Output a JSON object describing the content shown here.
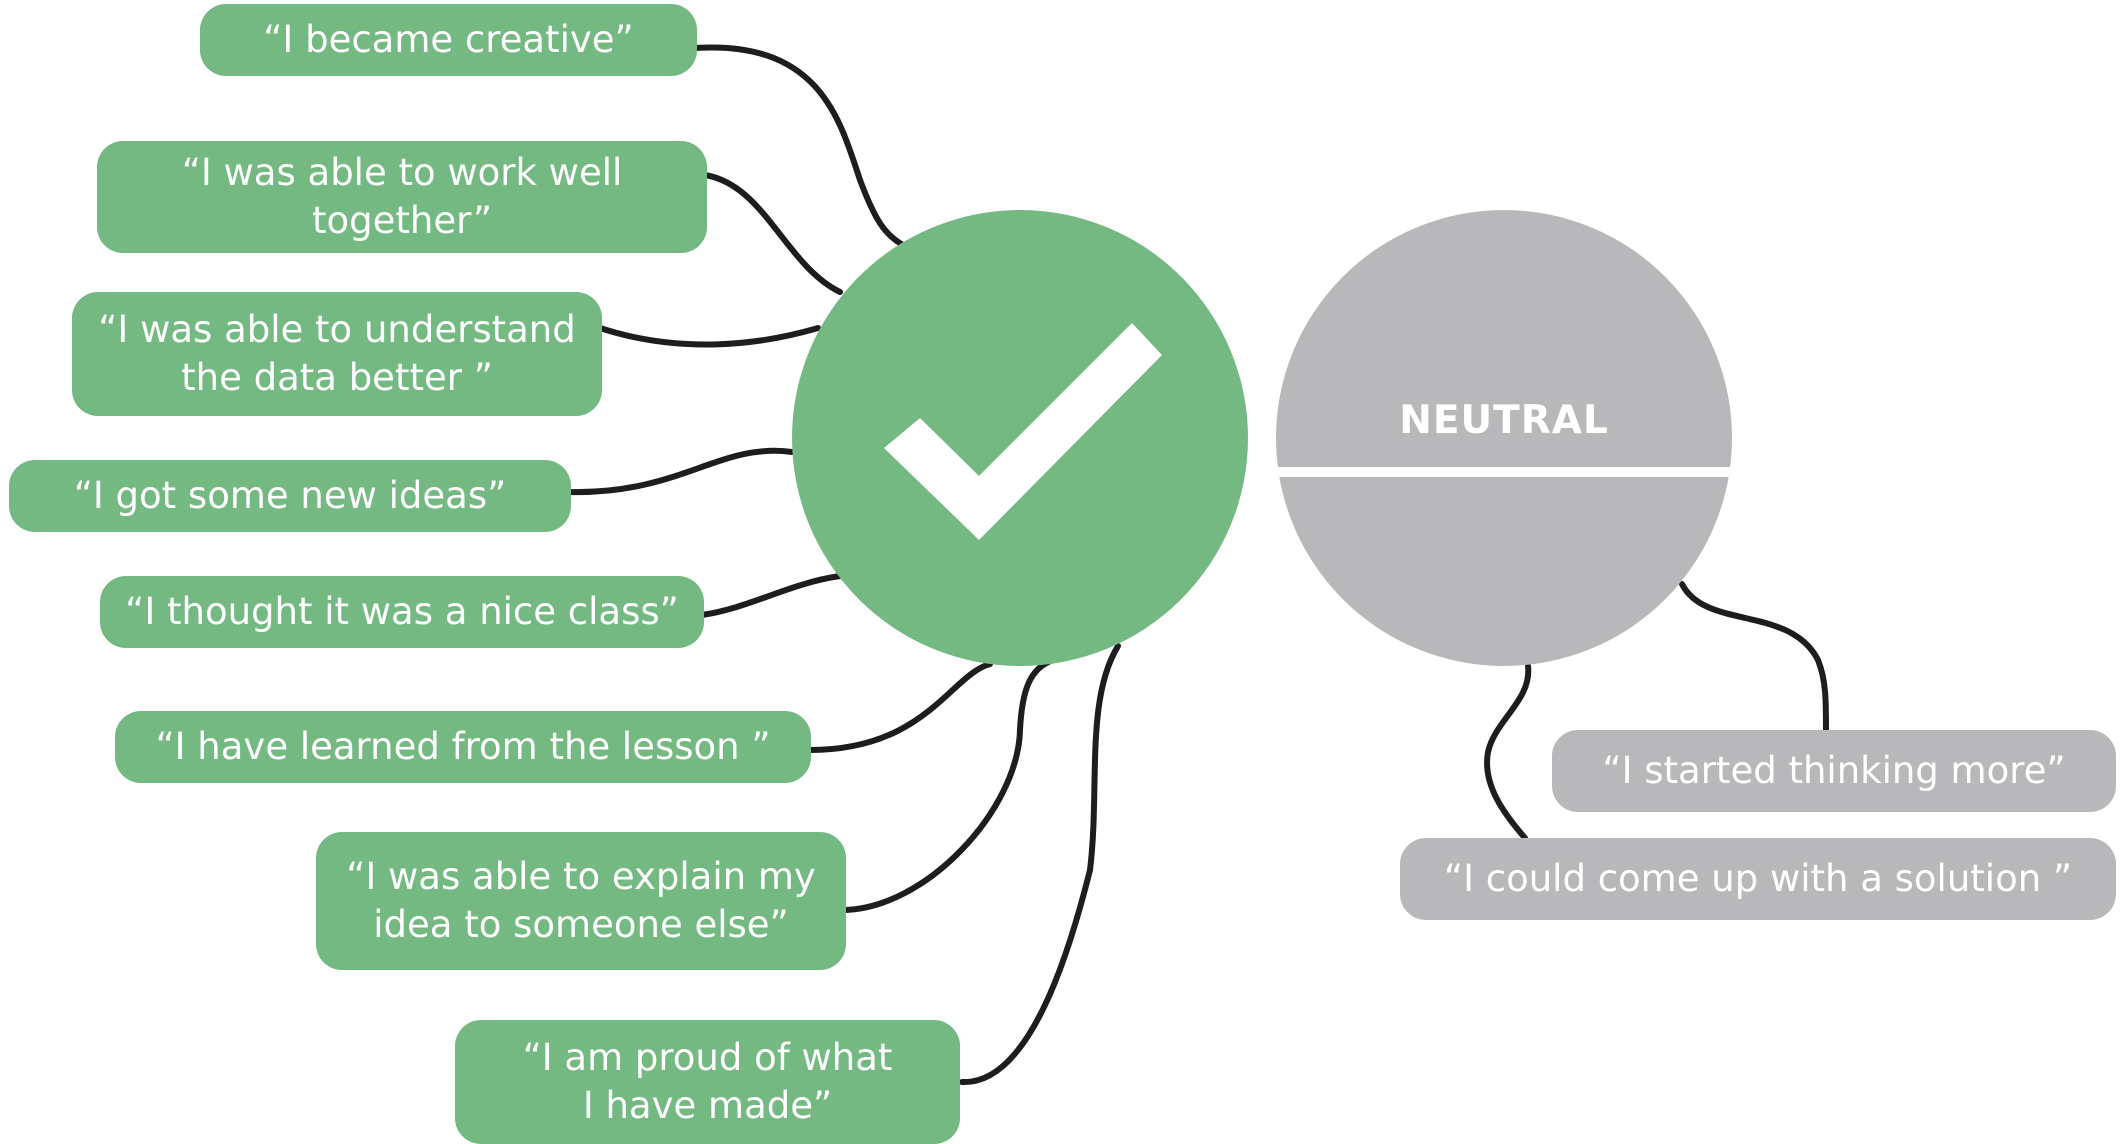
{
  "colors": {
    "positive": "#74b882",
    "neutral": "#b8b7ba",
    "connector": "#1e1c1f",
    "text": "#ffffff"
  },
  "positive": {
    "icon": "checkmark-icon",
    "quotes": [
      {
        "lines": [
          "“I became creative”"
        ]
      },
      {
        "lines": [
          "“I was able to work well",
          "together”"
        ]
      },
      {
        "lines": [
          "“I was able to understand",
          "the data better ”"
        ]
      },
      {
        "lines": [
          "“I got some new ideas”"
        ]
      },
      {
        "lines": [
          "“I thought it was a nice class”"
        ]
      },
      {
        "lines": [
          "“I have learned from the lesson ”"
        ]
      },
      {
        "lines": [
          "“I was able to explain my",
          "idea to someone else”"
        ]
      },
      {
        "lines": [
          "“I am proud of what",
          "I have made”"
        ]
      }
    ]
  },
  "neutral": {
    "label": "NEUTRAL",
    "quotes": [
      {
        "lines": [
          "“I started thinking more”"
        ]
      },
      {
        "lines": [
          "“I could come up with a solution ”"
        ]
      }
    ]
  }
}
